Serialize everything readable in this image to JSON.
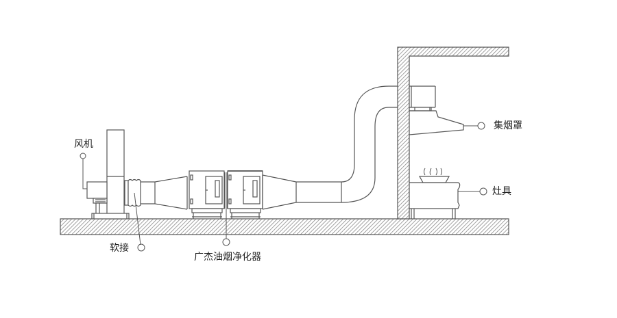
{
  "diagram": {
    "type": "kitchen-exhaust-system-schematic",
    "colors": {
      "line": "#555555",
      "hatch": "#888888",
      "background": "#ffffff"
    },
    "labels": {
      "fan": "风机",
      "flexible_joint": "软接",
      "purifier": "广杰油烟净化器",
      "hood": "集烟罩",
      "stove": "灶具"
    },
    "components": [
      {
        "id": "fan",
        "label": "风机"
      },
      {
        "id": "flexible_joint",
        "label": "软接"
      },
      {
        "id": "purifier",
        "label": "广杰油烟净化器",
        "units": 2
      },
      {
        "id": "duct",
        "label": ""
      },
      {
        "id": "hood",
        "label": "集烟罩"
      },
      {
        "id": "stove",
        "label": "灶具"
      }
    ]
  }
}
